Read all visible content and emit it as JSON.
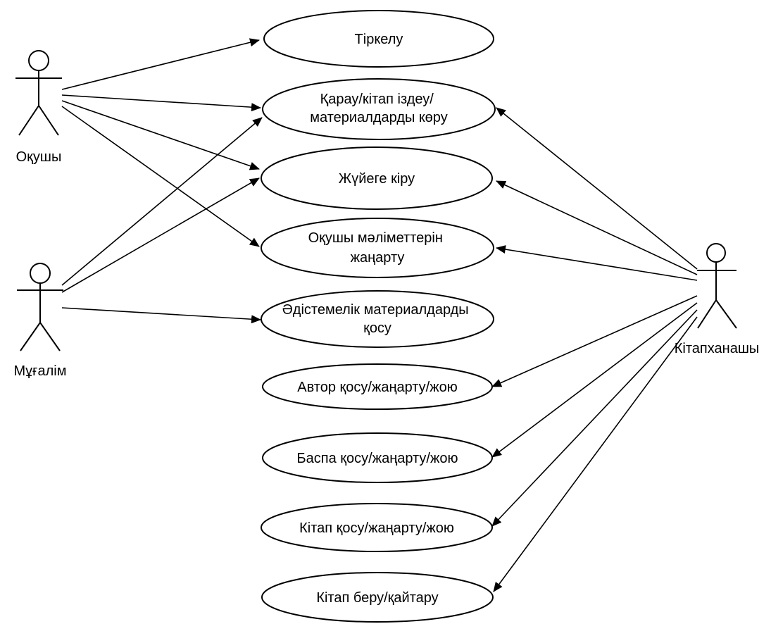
{
  "actors": {
    "student": "Оқушы",
    "teacher": "Мұғалім",
    "librarian": "Кітапханашы"
  },
  "use_cases": {
    "register": [
      "Тіркелу"
    ],
    "browse": [
      "Қарау/кітап іздеу/",
      "материалдарды көру"
    ],
    "login": [
      "Жүйеге кіру"
    ],
    "update_student": [
      "Оқушы мәліметтерін",
      "жаңарту"
    ],
    "add_methodical": [
      "Әдістемелік материалдарды",
      "қосу"
    ],
    "author_crud": [
      "Автор қосу/жаңарту/жою"
    ],
    "publisher_crud": [
      "Баспа қосу/жаңарту/жою"
    ],
    "book_crud": [
      "Кітап қосу/жаңарту/жою"
    ],
    "lend_return": [
      "Кітап беру/қайтару"
    ]
  }
}
